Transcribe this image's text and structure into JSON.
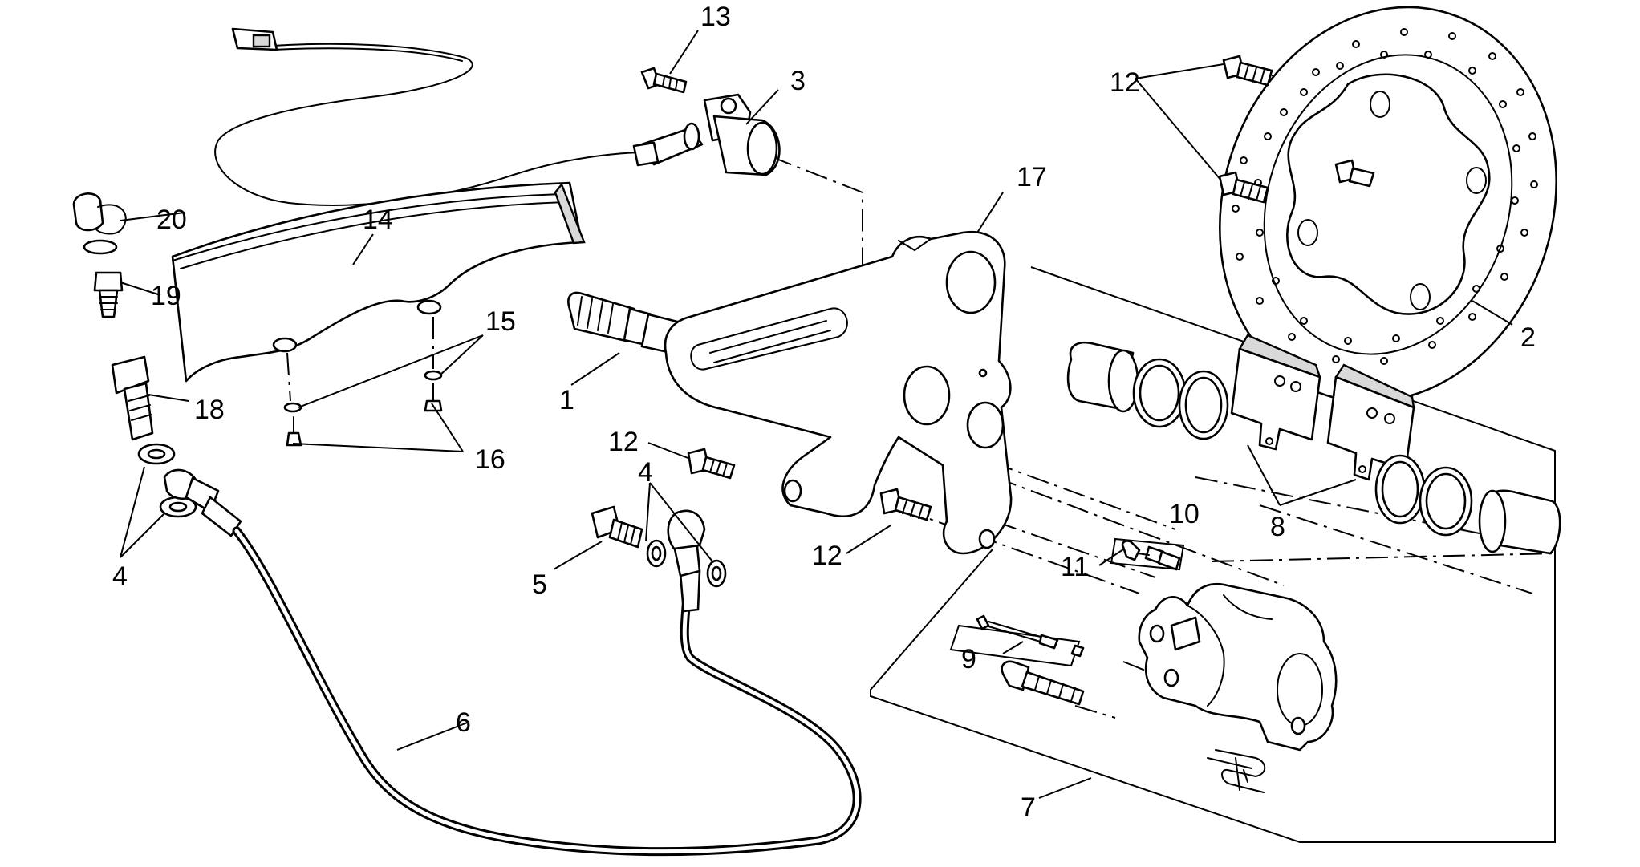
{
  "callouts": [
    {
      "id": "c1",
      "label": "1"
    },
    {
      "id": "c2",
      "label": "2"
    },
    {
      "id": "c3",
      "label": "3"
    },
    {
      "id": "c4a",
      "label": "4"
    },
    {
      "id": "c4b",
      "label": "4"
    },
    {
      "id": "c5",
      "label": "5"
    },
    {
      "id": "c6",
      "label": "6"
    },
    {
      "id": "c7",
      "label": "7"
    },
    {
      "id": "c8",
      "label": "8"
    },
    {
      "id": "c9",
      "label": "9"
    },
    {
      "id": "c10",
      "label": "10"
    },
    {
      "id": "c11",
      "label": "11"
    },
    {
      "id": "c12a",
      "label": "12"
    },
    {
      "id": "c12b",
      "label": "12"
    },
    {
      "id": "c12c",
      "label": "12"
    },
    {
      "id": "c13",
      "label": "13"
    },
    {
      "id": "c14",
      "label": "14"
    },
    {
      "id": "c15",
      "label": "15"
    },
    {
      "id": "c16",
      "label": "16"
    },
    {
      "id": "c17",
      "label": "17"
    },
    {
      "id": "c18",
      "label": "18"
    },
    {
      "id": "c19",
      "label": "19"
    },
    {
      "id": "c20",
      "label": "20"
    }
  ],
  "colors": {
    "ink": "#000000",
    "paper": "#ffffff"
  }
}
